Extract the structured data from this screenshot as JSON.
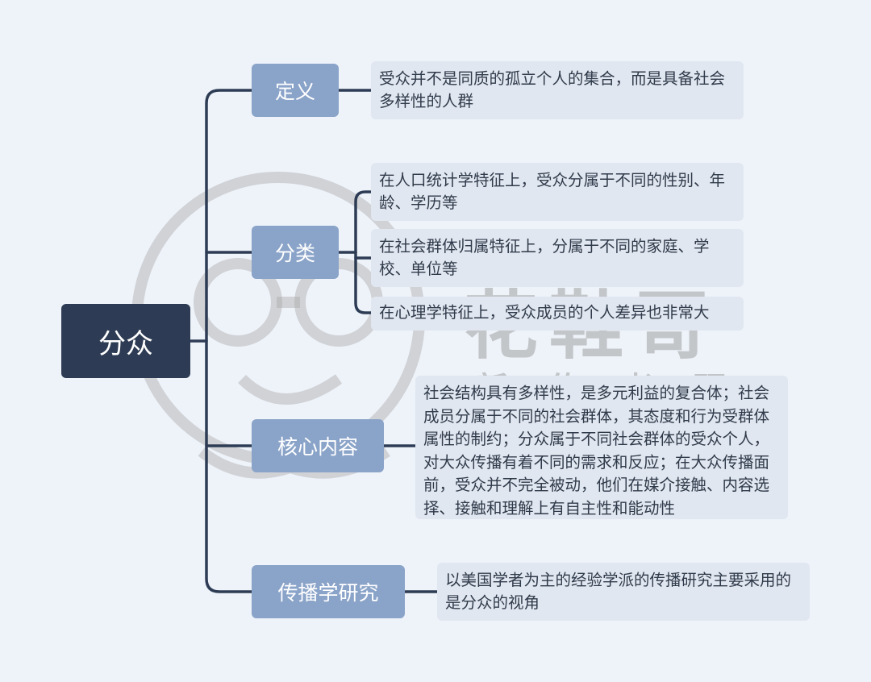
{
  "root": {
    "label": "分众"
  },
  "branches": [
    {
      "label": "定义",
      "leaves": [
        "受众并不是同质的孤立个人的集合，而是具备社会多样性的人群"
      ]
    },
    {
      "label": "分类",
      "leaves": [
        "在人口统计学特征上，受众分属于不同的性别、年龄、学历等",
        "在社会群体归属特征上，分属于不同的家庭、学校、单位等",
        "在心理学特征上，受众成员的个人差异也非常大"
      ]
    },
    {
      "label": "核心内容",
      "leaves": [
        "社会结构具有多样性，是多元利益的复合体；社会成员分属于不同的社会群体，其态度和行为受群体属性的制约；分众属于不同社会群体的受众个人，对大众传播有着不同的需求和反应；在大众传播面前，受众并不完全被动，他们在媒介接触、内容选择、接触和理解上有自主性和能动性"
      ]
    },
    {
      "label": "传播学研究",
      "leaves": [
        "以美国学者为主的经验学派的传播研究主要采用的是分众的视角"
      ]
    }
  ],
  "watermark": {
    "line1": "花鞋哥",
    "line2": "新传考研"
  },
  "colors": {
    "root": "#2d3c54",
    "branch": "#8aa3c8",
    "leaf": "#e1e7f0",
    "line": "#2d3c54",
    "background": "#eef3fa"
  }
}
